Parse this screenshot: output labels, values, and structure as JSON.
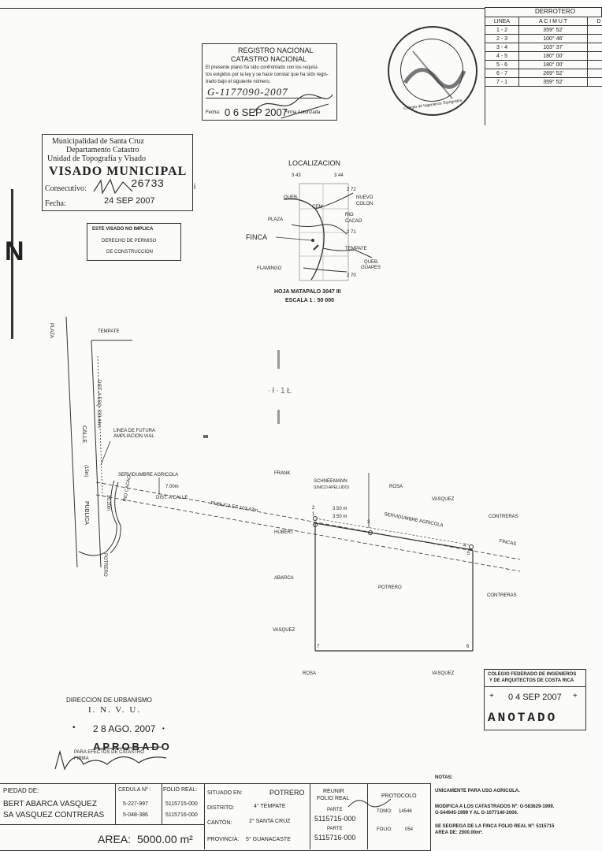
{
  "derrotero": {
    "title": "DERROTERO",
    "headers": [
      "LINEA",
      "A C I M U T",
      "D"
    ],
    "rows": [
      {
        "linea": "1 - 2",
        "acimut": "359° 52'"
      },
      {
        "linea": "2 - 3",
        "acimut": "100° 46'"
      },
      {
        "linea": "3 - 4",
        "acimut": "103° 37'"
      },
      {
        "linea": "4 - 5",
        "acimut": "180° 00'"
      },
      {
        "linea": "5 - 6",
        "acimut": "180° 00'"
      },
      {
        "linea": "6 - 7",
        "acimut": "269° 52'"
      },
      {
        "linea": "7 - 1",
        "acimut": "359° 52'"
      }
    ]
  },
  "registro": {
    "title1": "REGISTRO NACIONAL",
    "title2": "CATASTRO NACIONAL",
    "text1": "El presente plano ha sido confrontado con los requisi-",
    "text2": "tos exigidos por la ley y se hace constar que ha sido regis-",
    "text3": "trado bajo el siguiente número.",
    "number": "G-1177090-2007",
    "fecha_label": "Fecha:",
    "fecha": "0 6 SEP 2007",
    "firma": "Firma Autorizada"
  },
  "seal_round": "Colegio de Ingenieros Topógrafos",
  "visado": {
    "line1": "Municipalidad de Santa Cruz",
    "line2": "Departamento Catastro",
    "line3": "Unidad de Topografía y Visado",
    "title": "VISADO MUNICIPAL",
    "consecutivo_label": "Consecutivo:",
    "consecutivo": "26733",
    "fecha_label": "Fecha:",
    "fecha": "24 SEP 2007"
  },
  "visado_note": {
    "line1": "ESTE VISADO NO IMPLICA",
    "line2": "DERECHO DE PERMISO",
    "line3": "DE CONSTRUCCION"
  },
  "north": "N",
  "localizacion": {
    "title": "LOCALIZACION",
    "tick_3_43": "3 43",
    "tick_3_44": "3 44",
    "tick_2_72": "2 72",
    "tick_2_71": "2 71",
    "tick_2_70": "2 70",
    "queb_cem": "QUEB.",
    "cem": "CEM",
    "nuevo_colon": "NUEVO",
    "colon": "COLON",
    "plaza": "PLAZA",
    "rio_cacao1": "RIO",
    "rio_cacao2": "CACAO",
    "finca": "FINCA",
    "tempate": "TEMPATE",
    "queb_guapes1": "QUEB.",
    "queb_guapes2": "GUAPES",
    "flamingo": "FLAMINGO",
    "hoja": "HOJA MATAPALO 3047 III",
    "escala": "ESCALA 1 : 50 000"
  },
  "plan": {
    "plaza": "PLAZA",
    "tempate": "TEMPATE",
    "dist_esq": "DIST. A ESQ. 333.44m",
    "calle": "CALLE",
    "ancho": "(15m)",
    "publica": "PUBLICA",
    "linea_futura1": "LINEA DE FUTURA",
    "linea_futura2": "AMPLIACION VIAL",
    "servidumbre1": "SERVIDUMBRE AGRICOLA",
    "ancho_7": "7.00m",
    "dist_calle": "DIST. A CALLE",
    "publica_es": "PUBLICA ES 103.43m",
    "rio_cacao": "RIO CACAO",
    "d_1020": "10.20m",
    "potrero_lbl": "POTRERO",
    "frank": "FRANK",
    "schneemann": "SCHNEEMANN",
    "unico": "(UNICO APELLIDO)",
    "rosa_top": "ROSA",
    "vasquez_top": "VASQUEZ",
    "contreras_top": "CONTRERAS",
    "d350a": "3.50 m",
    "d350b": "3.50 m",
    "servidumbre2": "SERVIDUMBRE AGRICOLA",
    "fincas": "FINCAS",
    "hubert": "HUBERT",
    "abarca": "ABARCA",
    "vasquez_left": "VASQUEZ",
    "potrero_center": "POTRERO",
    "contreras_right": "CONTRERAS",
    "rosa_bottom": "ROSA",
    "vasquez_bottom": "VASQUEZ",
    "v1": "1",
    "v2": "2",
    "v3": "3",
    "v4": "4",
    "v5": "5",
    "v6": "6",
    "v7": "7"
  },
  "colegio": {
    "line1": "COLEGIO FEDERADO DE INGENIEROS",
    "line2": "Y DE ARQUITECTOS DE COSTA RICA",
    "fecha": "0 4 SEP 2007",
    "anotado": "ANOTADO"
  },
  "invu": {
    "line1": "DIRECCION DE URBANISMO",
    "line2": "I. N. V. U.",
    "fecha": "2 8 AGO. 2007",
    "aprobado": "APROBADO",
    "para1": "PARA EFECTOS DE CATASTRO",
    "firma": "FIRMA"
  },
  "footer": {
    "propiedad_label": "PIEDAD DE:",
    "owner1": "BERT ABARCA VASQUEZ",
    "owner2": "SA VASQUEZ CONTRERAS",
    "cedula_label": "CEDULA Nº :",
    "cedula1": "5-227-997",
    "cedula2": "5-048-386",
    "folio_label": "FOLIO REAL:",
    "folio1": "5115715-000",
    "folio2": "5115716-000",
    "area_label": "AREA:",
    "area_value": "5000.00 m²",
    "situado_label": "SITUADO EN:",
    "situado_value": "POTRERO",
    "distrito_label": "DISTRITO:",
    "distrito_value": "4° TEMPATE",
    "canton_label": "CANTON:",
    "canton_value": "2° SANTA CRUZ",
    "provincia_label": "PROVINCIA:",
    "provincia_value": "5° GUANACASTE",
    "reunir1": "REUNIR",
    "reunir2": "FOLIO REAL",
    "parte1_label": "PARTE",
    "parte1": "5115715-000",
    "parte2_label": "PARTE",
    "parte2": "5115716-000",
    "protocolo": "PROTOCOLO",
    "tomo_label": "TOMO:",
    "tomo": "14546",
    "folio_p_label": "FOLIO:",
    "folio_p": "054",
    "notas_label": "NOTAS:",
    "nota1": "UNICAMENTE PARA USO AGRICOLA.",
    "nota2a": "MODIFICA A LOS CATASTRADOS Nº: G-583629-1999.",
    "nota2b": "G-544945-1999 Y AL G-1077140-2006.",
    "nota3a": "SE SEGREGA DE LA FINCA FOLIO REAL Nº: 5115715",
    "nota3b": "AREA DE: 2000.00m²."
  }
}
